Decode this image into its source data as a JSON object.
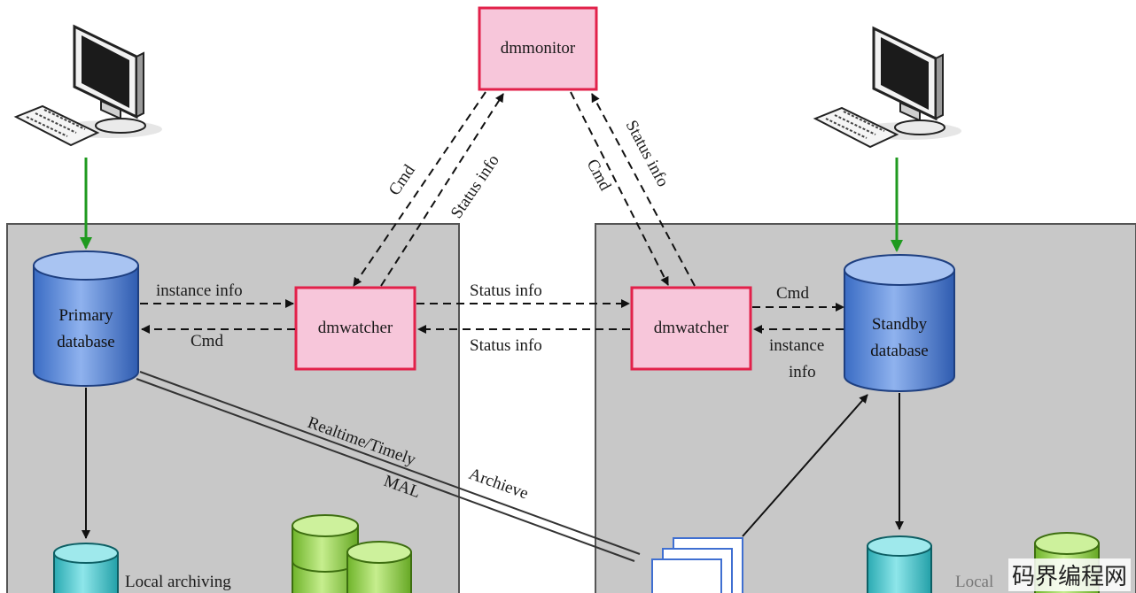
{
  "nodes": {
    "monitor": "dmmonitor",
    "watcher_left": "dmwatcher",
    "watcher_right": "dmwatcher",
    "primary_db": [
      "Primary",
      "database"
    ],
    "standby_db": [
      "Standby",
      "database"
    ]
  },
  "labels": {
    "primary_to_watcher": "instance info",
    "watcher_to_primary": "Cmd",
    "watchers_top": "Status info",
    "watchers_bottom": "Status info",
    "watcher_to_standby": "Cmd",
    "standby_to_watcher": [
      "instance",
      "info"
    ],
    "monitor_left_cmd": "Cmd",
    "monitor_left_status": "Status info",
    "monitor_right_cmd": "Cmd",
    "monitor_right_status": "Status info",
    "realtime": "Realtime/Timely",
    "mal": "MAL",
    "archive": "Archieve",
    "local_archiving": "Local archiving",
    "local_right": "Local"
  },
  "watermark": "码界编程网",
  "colors": {
    "panel": "#c8c8c8",
    "watcher_fill": "#f7c6da",
    "watcher_border": "#e2214a",
    "db_blue": "#4b7fd0",
    "db_cyan": "#3fc3c9",
    "db_green": "#8ccf3a",
    "arrow_green": "#1f9a1f"
  }
}
